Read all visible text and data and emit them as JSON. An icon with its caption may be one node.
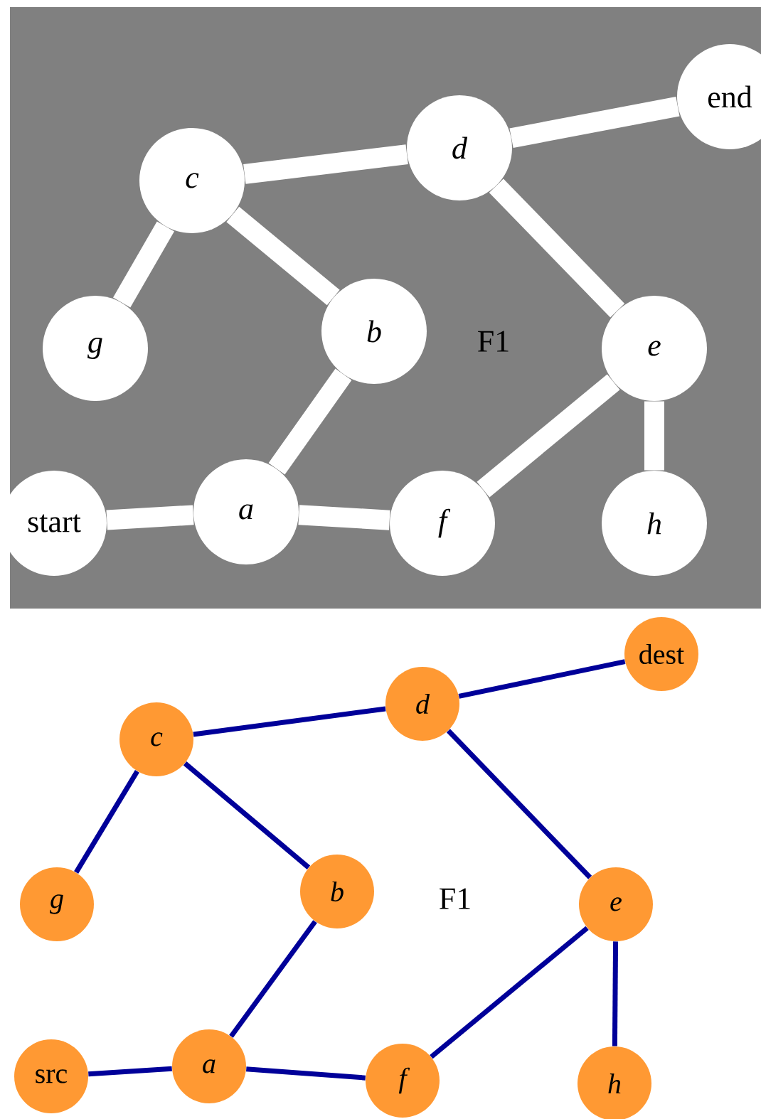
{
  "diagram": {
    "nodes": [
      {
        "text": [
          "end"
        ]
      },
      {
        "text": [
          "d"
        ]
      },
      {
        "text": [
          "c"
        ]
      },
      {
        "text": [
          "g"
        ]
      },
      {
        "text": [
          "b"
        ]
      },
      {
        "text": [
          "e"
        ]
      },
      {
        "text": [
          "start"
        ]
      },
      {
        "text": [
          "a"
        ]
      },
      {
        "text": [
          "f"
        ]
      },
      {
        "text": [
          "h"
        ]
      },
      {
        "text": [
          "dest"
        ]
      },
      {
        "text": [
          "d"
        ]
      },
      {
        "text": [
          "c"
        ]
      },
      {
        "text": [
          "g"
        ]
      },
      {
        "text": [
          "b"
        ]
      },
      {
        "text": [
          "e"
        ]
      },
      {
        "text": [
          "src"
        ]
      },
      {
        "text": [
          "a"
        ]
      },
      {
        "text": [
          "f"
        ]
      },
      {
        "text": [
          "h"
        ]
      }
    ],
    "edges": [
      {
        "from": 6,
        "to": 7,
        "arrow": "none",
        "style": "thick",
        "color": "#ffffff"
      },
      {
        "from": 7,
        "to": 8,
        "arrow": "none",
        "style": "thick",
        "color": "#ffffff"
      },
      {
        "from": 7,
        "to": 4,
        "arrow": "none",
        "style": "thick",
        "color": "#ffffff"
      },
      {
        "from": 4,
        "to": 2,
        "arrow": "none",
        "style": "thick",
        "color": "#ffffff"
      },
      {
        "from": 2,
        "to": 3,
        "arrow": "none",
        "style": "thick",
        "color": "#ffffff"
      },
      {
        "from": 2,
        "to": 1,
        "arrow": "none",
        "style": "thick",
        "color": "#ffffff"
      },
      {
        "from": 1,
        "to": 0,
        "arrow": "none",
        "style": "thick",
        "color": "#ffffff"
      },
      {
        "from": 1,
        "to": 5,
        "arrow": "none",
        "style": "thick",
        "color": "#ffffff"
      },
      {
        "from": 5,
        "to": 8,
        "arrow": "none",
        "style": "thick",
        "color": "#ffffff"
      },
      {
        "from": 5,
        "to": 9,
        "arrow": "none",
        "style": "thick",
        "color": "#ffffff"
      },
      {
        "from": 16,
        "to": 17,
        "arrow": "none",
        "color": "#000099"
      },
      {
        "from": 17,
        "to": 18,
        "arrow": "none",
        "color": "#000099"
      },
      {
        "from": 17,
        "to": 14,
        "arrow": "none",
        "color": "#000099"
      },
      {
        "from": 14,
        "to": 12,
        "arrow": "none",
        "color": "#000099"
      },
      {
        "from": 12,
        "to": 13,
        "arrow": "none",
        "color": "#000099"
      },
      {
        "from": 12,
        "to": 11,
        "arrow": "none",
        "color": "#000099"
      },
      {
        "from": 11,
        "to": 10,
        "arrow": "none",
        "color": "#000099"
      },
      {
        "from": 11,
        "to": 15,
        "arrow": "none",
        "color": "#000099"
      },
      {
        "from": 15,
        "to": 18,
        "arrow": "none",
        "color": "#000099"
      },
      {
        "from": 15,
        "to": 19,
        "arrow": "none",
        "color": "#000099"
      }
    ],
    "labels": [
      "F1",
      "F1"
    ]
  }
}
